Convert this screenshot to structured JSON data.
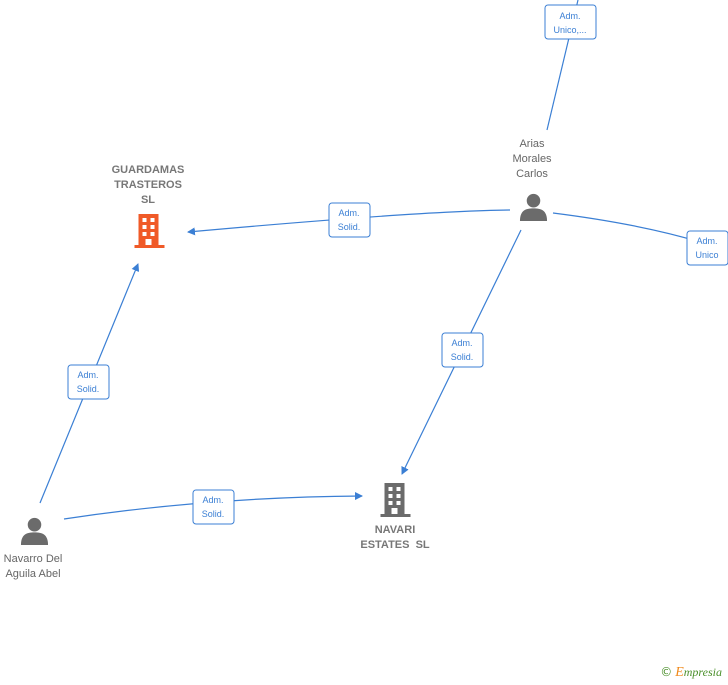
{
  "colors": {
    "edge": "#3b7fd4",
    "person_icon": "#6b6b6b",
    "company_highlight": "#f05a28",
    "company_default": "#6b6b6b",
    "footer_green": "#4a8f2a",
    "footer_orange": "#f08a1c"
  },
  "nodes": {
    "guardamas": {
      "type": "company",
      "highlight": true,
      "label_lines": [
        "GUARDAMAS",
        "TRASTEROS",
        "SL"
      ],
      "icon": "building-icon"
    },
    "navari": {
      "type": "company",
      "highlight": false,
      "label_lines": [
        "NAVARI",
        "ESTATES  SL"
      ],
      "icon": "building-icon"
    },
    "arias": {
      "type": "person",
      "label_lines": [
        "Arias",
        "Morales",
        "Carlos"
      ],
      "icon": "person-icon"
    },
    "navarro": {
      "type": "person",
      "label_lines": [
        "Navarro Del",
        "Aguila Abel"
      ],
      "icon": "person-icon"
    }
  },
  "edges": [
    {
      "id": "top",
      "label_lines": [
        "Adm.",
        "Unico,..."
      ]
    },
    {
      "id": "arias-guardamas",
      "label_lines": [
        "Adm.",
        "Solid."
      ]
    },
    {
      "id": "arias-right",
      "label_lines": [
        "Adm.",
        "Unico"
      ]
    },
    {
      "id": "arias-navari",
      "label_lines": [
        "Adm.",
        "Solid."
      ]
    },
    {
      "id": "navarro-guardamas",
      "label_lines": [
        "Adm.",
        "Solid."
      ]
    },
    {
      "id": "navarro-navari",
      "label_lines": [
        "Adm.",
        "Solid."
      ]
    }
  ],
  "footer": {
    "copyright": "©",
    "brand_initial": "E",
    "brand_rest": "mpresia"
  }
}
